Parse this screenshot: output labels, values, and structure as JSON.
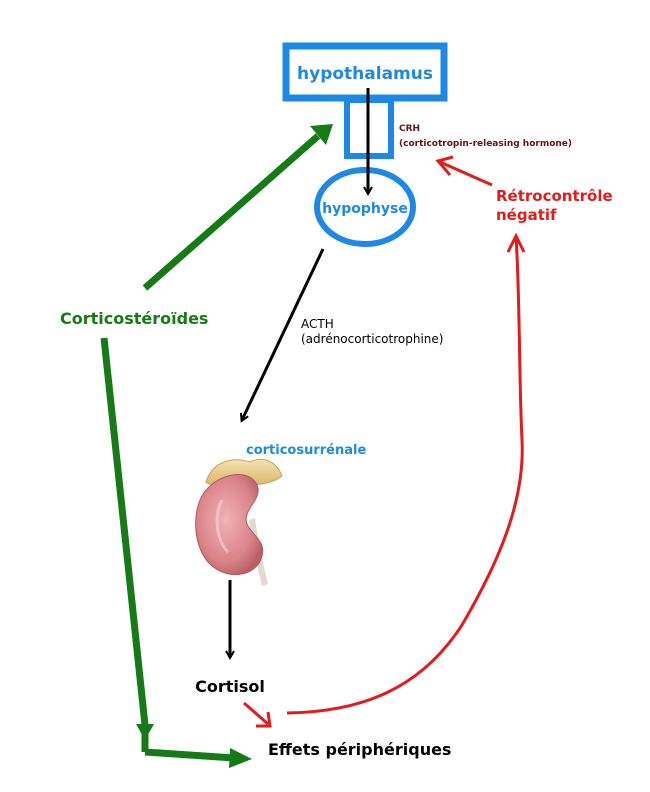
{
  "labels": {
    "hypothalamus": "hypothalamus",
    "hypophyse": "hypophyse",
    "crh_abbr": "CRH",
    "crh_full": "(corticotropin-releasing hormone)",
    "acth_abbr": "ACTH",
    "acth_full": "(adrénocorticotrophine)",
    "corticosurrenale": "corticosurrénale",
    "corticosteroides": "Corticostéroïdes",
    "retrocontrole_line1": "Rétrocontrôle",
    "retrocontrole_line2": "négatif",
    "cortisol": "Cortisol",
    "effets": "Effets périphériques"
  },
  "colors": {
    "blue": "#1e88e5",
    "green": "#167a16",
    "red": "#e21b1b",
    "black": "#000000",
    "dark_red": "#6b1010"
  },
  "icons": {
    "organ": "kidney-with-adrenal-gland-icon"
  }
}
